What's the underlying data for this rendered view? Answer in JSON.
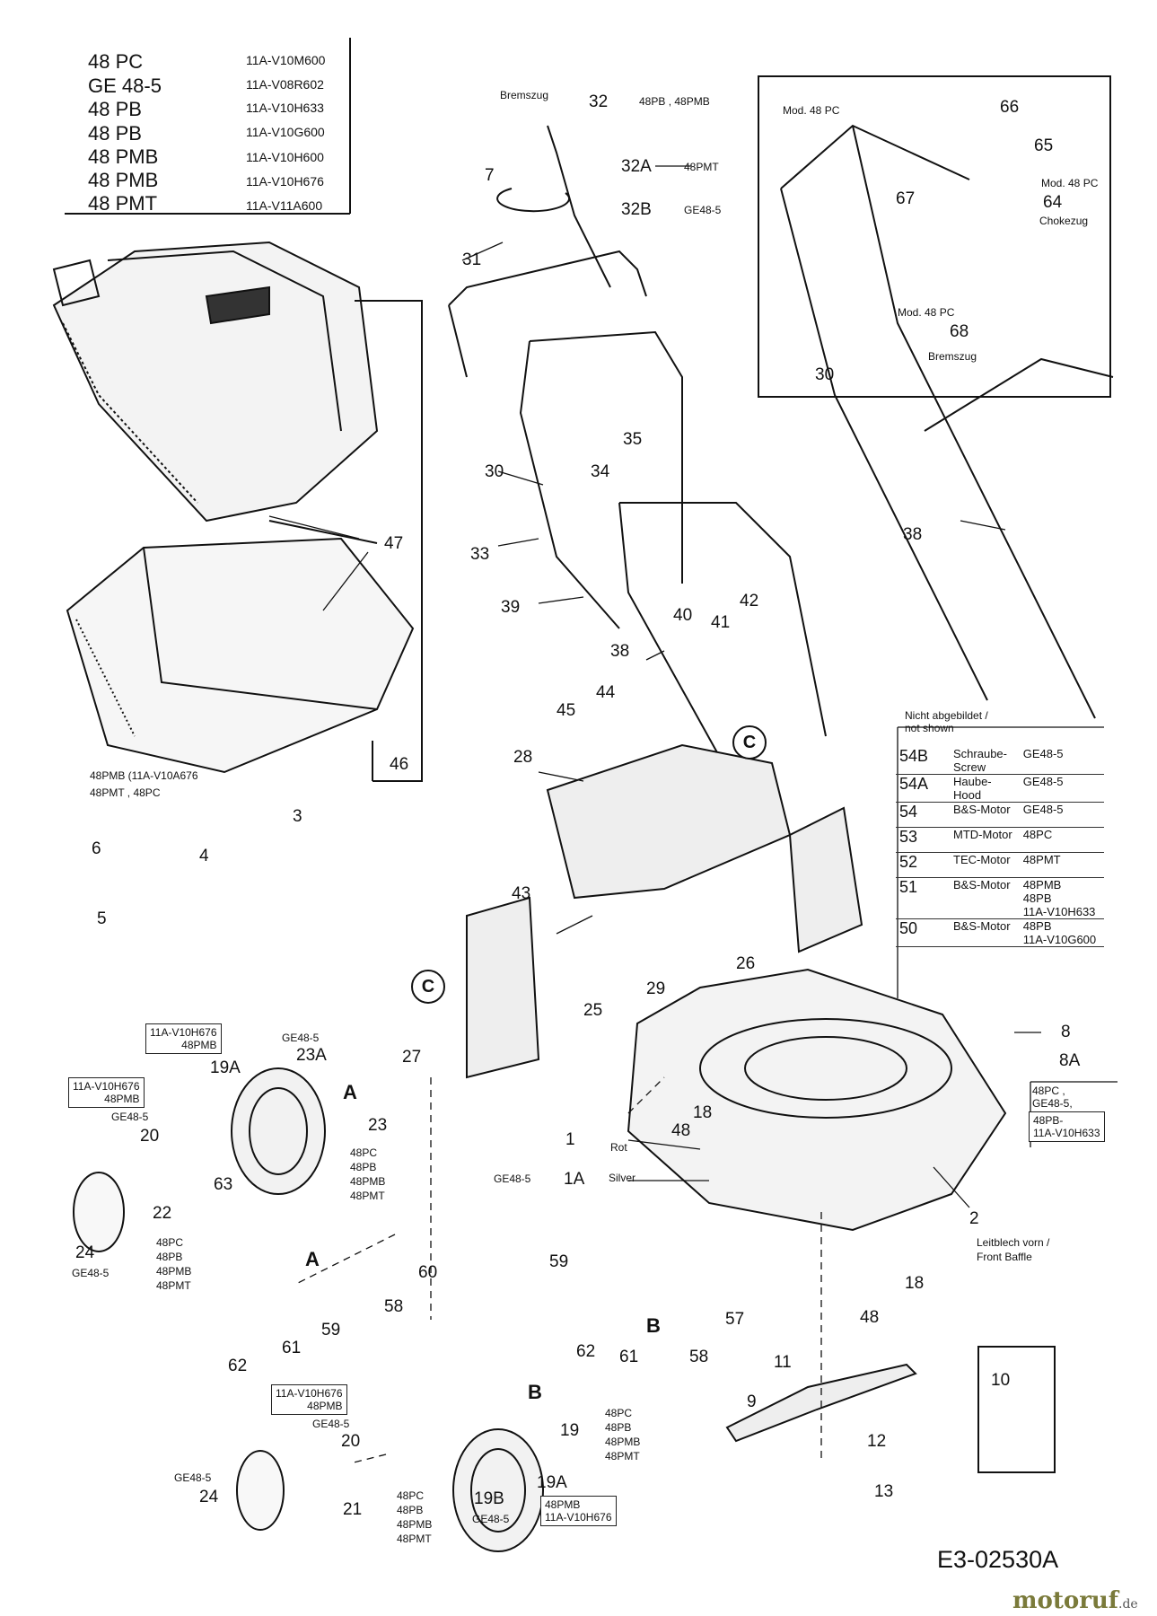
{
  "models": [
    {
      "name": "48 PC",
      "code": "11A-V10M600"
    },
    {
      "name": "GE 48-5",
      "code": "11A-V08R602"
    },
    {
      "name": "48 PB",
      "code": "11A-V10H633"
    },
    {
      "name": "48 PB",
      "code": "11A-V10G600"
    },
    {
      "name": "48 PMB",
      "code": "11A-V10H600"
    },
    {
      "name": "48 PMB",
      "code": "11A-V10H676"
    },
    {
      "name": "48 PMT",
      "code": "11A-V11A600"
    }
  ],
  "labels": {
    "bremszug_top": "Bremszug",
    "p32": "32",
    "p32_note": "48PB , 48PMB",
    "p32A": "32A",
    "p32A_note": "48PMT",
    "p32B": "32B",
    "p32B_note": "GE48-5",
    "p7": "7",
    "p31": "31",
    "p30a": "30",
    "p35": "35",
    "p34": "34",
    "p33": "33",
    "p39": "39",
    "p40": "40",
    "p41": "41",
    "p42": "42",
    "p38a": "38",
    "p44": "44",
    "p45": "45",
    "p28": "28",
    "p43": "43",
    "p29": "29",
    "p26": "26",
    "p25": "25",
    "p27": "27",
    "p47": "47",
    "p46": "46",
    "mod48pc_a": "Mod. 48 PC",
    "p66": "66",
    "p65": "65",
    "mod48pc_b": "Mod. 48 PC",
    "p64": "64",
    "chokezug": "Chokezug",
    "p67": "67",
    "mod48pc_c": "Mod. 48 PC",
    "p68": "68",
    "bremszug_b": "Bremszug",
    "p30b": "30",
    "p38b": "38",
    "inset_models": "48PMB (11A-V10A676",
    "inset_models2": "48PMT , 48PC",
    "p3": "3",
    "p4": "4",
    "p5": "5",
    "p6": "6",
    "p8": "8",
    "p8A": "8A",
    "p8A_note": "48PC ,\nGE48-5,",
    "p8A_note2": "48PB-\n11A-V10H633",
    "p18a": "18",
    "p48a": "48",
    "p1": "1",
    "rot": "Rot",
    "ge485_1A": "GE48-5",
    "p1A": "1A",
    "silver": "Silver",
    "p2": "2",
    "front_baffle": "Leitblech vorn /\nFront Baffle",
    "box_23A": "11A-V10H676\n48PMB",
    "ge485_23A": "GE48-5",
    "p23A": "23A",
    "p19A_top": "19A",
    "p23": "23",
    "box_20": "11A-V10H676\n48PMB",
    "ge485_20": "GE48-5",
    "p20a": "20",
    "p22": "22",
    "p63": "63",
    "p24a": "24",
    "ge485_24a": "GE48-5",
    "models_23": "48PC\n48PB\n48PMB\n48PMT",
    "models_22": "48PC\n48PB\n48PMB\n48PMT",
    "p60": "60",
    "p58a": "58",
    "p59a": "59",
    "p61a": "61",
    "p62a": "62",
    "p59b": "59",
    "p57": "57",
    "p58b": "58",
    "p61b": "61",
    "p62b": "62",
    "p18b": "18",
    "p48b": "48",
    "p11": "11",
    "p9": "9",
    "p12": "12",
    "p13": "13",
    "p10": "10",
    "box_20b": "11A-V10H676\n48PMB",
    "ge485_20b": "GE48-5",
    "p20b": "20",
    "ge485_24b": "GE48-5",
    "p24b": "24",
    "p21": "21",
    "models_21": "48PC\n48PB\n48PMB\n48PMT",
    "p19": "19",
    "models_19": "48PC\n48PB\n48PMB\n48PMT",
    "p19A": "19A",
    "p19B": "19B",
    "ge485_19B": "GE48-5",
    "box_19A": "48PMB\n11A-V10H676",
    "callout_A": "A",
    "callout_B": "B",
    "callout_C": "C",
    "not_shown": "Nicht abgebildet /\nnot shown",
    "footer_code": "E3-02530A",
    "logo": "motoruf",
    "logo_tld": ".de"
  },
  "legend": [
    {
      "n": "54B",
      "desc": "Schraube-\nScrew",
      "model": "GE48-5"
    },
    {
      "n": "54A",
      "desc": "Haube-\nHood",
      "model": "GE48-5"
    },
    {
      "n": "54",
      "desc": "B&S-Motor",
      "model": "GE48-5"
    },
    {
      "n": "53",
      "desc": "MTD-Motor",
      "model": "48PC"
    },
    {
      "n": "52",
      "desc": "TEC-Motor",
      "model": "48PMT"
    },
    {
      "n": "51",
      "desc": "B&S-Motor",
      "model": "48PMB\n48PB\n11A-V10H633"
    },
    {
      "n": "50",
      "desc": "B&S-Motor",
      "model": "48PB\n11A-V10G600"
    }
  ],
  "colors": {
    "line": "#111111",
    "logo": "#7a7a3a"
  }
}
